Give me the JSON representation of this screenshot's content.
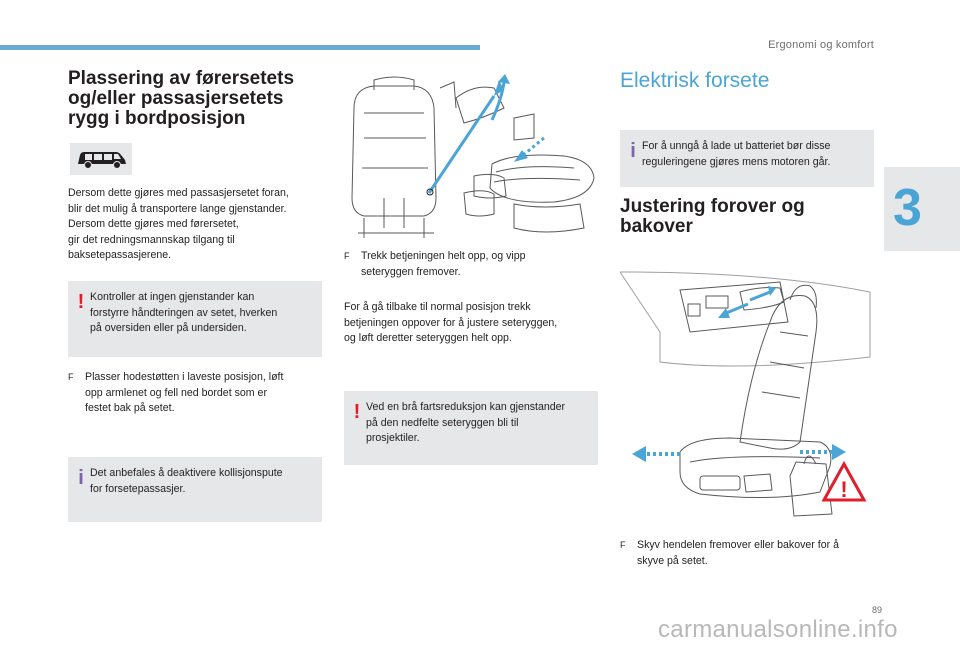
{
  "header": {
    "section_title": "Ergonomi og komfort",
    "chapter_number": "3",
    "page_number": "89"
  },
  "colors": {
    "accent": "#4aa5d6",
    "warning": "#e11d2b",
    "info": "#7d63a8",
    "box_bg": "#e6e7e8",
    "topbar": "#6aaad4"
  },
  "left": {
    "heading": [
      "Plassering av førersetets",
      "og/eller passasjersetets",
      "rygg i bordposisjon"
    ],
    "intro": [
      "Dersom dette gjøres med passasjersetet foran,",
      "blir det mulig å transportere lange gjenstander.",
      "Dersom dette gjøres med førersetet,",
      "gir det redningsmannskap tilgang til",
      "baksetepassasjerene."
    ],
    "warning_box": [
      "Kontroller at ingen gjenstander kan",
      "forstyrre håndteringen av setet, hverken",
      "på oversiden eller på undersiden."
    ],
    "step_bullet": [
      "Plasser hodestøtten i laveste posisjon, løft",
      "opp armlenet og fell ned bordet som er",
      "festet bak på setet."
    ],
    "info_box": [
      "Det anbefales å deaktivere kollisjonspute",
      "for forsetepassasjer."
    ]
  },
  "middle": {
    "step_bullet": [
      "Trekk betjeningen helt opp, og vipp",
      "seteryggen fremover."
    ],
    "paragraph": [
      "For å gå tilbake til normal posisjon trekk",
      "betjeningen oppover for å justere seteryggen,",
      "og løft deretter seteryggen helt opp."
    ],
    "warning_box": [
      "Ved en brå fartsreduksjon kan gjenstander",
      "på den nedfelte seteryggen bli til",
      "prosjektiler."
    ]
  },
  "right": {
    "heading": "Elektrisk forsete",
    "info_box": [
      "For å unngå å lade ut batteriet bør disse",
      "reguleringene gjøres mens motoren går."
    ],
    "subheading": [
      "Justering forover og",
      "bakover"
    ],
    "step_bullet": [
      "Skyv hendelen fremover eller bakover for å",
      "skyve på setet."
    ]
  },
  "markers": {
    "bullet": "F",
    "warning": "!",
    "info": "i",
    "triangle": "!"
  },
  "watermark": "carmanualsonline.info"
}
